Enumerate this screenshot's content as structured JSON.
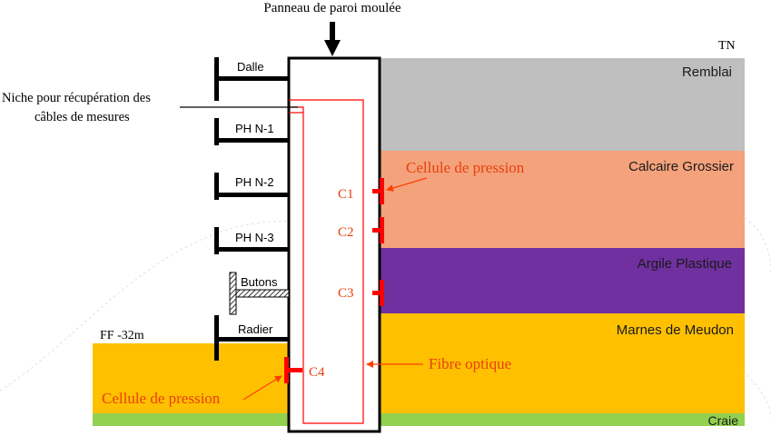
{
  "title": "Panneau de paroi moulée",
  "ground_label": "TN",
  "layers": [
    {
      "name": "Remblai",
      "color": "#bfbfbf"
    },
    {
      "name": "Calcaire Grossier",
      "color": "#f4a27c"
    },
    {
      "name": "Argile Plastique",
      "color": "#7030a0"
    },
    {
      "name": "Marnes de Meudon",
      "color": "#ffc000"
    },
    {
      "name": "Craie",
      "color": "#92d050"
    }
  ],
  "floors": [
    "Dalle",
    "PH N-1",
    "PH N-2",
    "PH N-3"
  ],
  "butons_label": "Butons",
  "radier_label": "Radier",
  "niche_label": {
    "line1": "Niche pour récupération  des",
    "line2": "câbles de mesures"
  },
  "ff_label": "FF -32m",
  "cells": [
    "C1",
    "C2",
    "C3",
    "C4"
  ],
  "pressure_cell_label": "Cellule  de pression",
  "fiber_label": "Fibre optique",
  "colors": {
    "annotation_red": "#ff0000",
    "label_red": "#e8400c",
    "wall_outline": "#000000"
  }
}
